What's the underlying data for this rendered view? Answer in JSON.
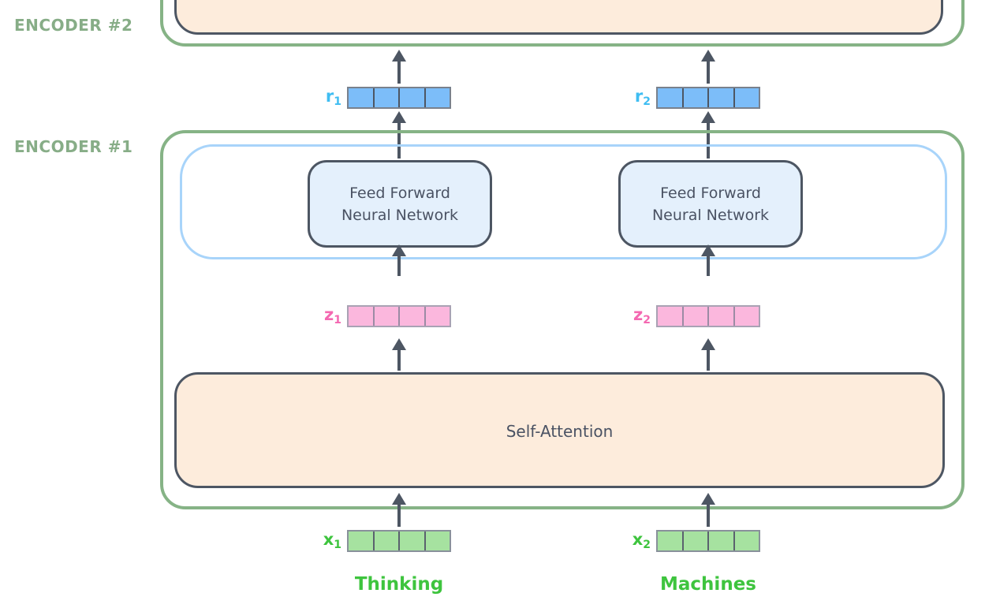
{
  "title": "Transformer encoder stack diagram",
  "colors": {
    "green-border": "#86b386",
    "encoder-label": "#87ad87",
    "dark-slate": "#4d5663",
    "text-dark": "#4a5263",
    "peach-fill": "#fdecdc",
    "ffnn-fill": "#e4f0fc",
    "blue-rect-border": "#a8d4fa",
    "r-fill": "#7cbdf9",
    "r-divider": "#4d5663",
    "r-outline": "#79818d",
    "r-label": "#3fbdf2",
    "z-fill": "#fbb7dd",
    "z-divider": "#9b8ba4",
    "z-outline": "#a9a2b4",
    "z-label": "#f468b1",
    "x-fill": "#a6e2a0",
    "x-divider": "#5a626e",
    "x-outline": "#89919b",
    "x-label": "#3ec43e",
    "token-label": "#3ec43e",
    "arrow": "#4d5663",
    "background": "#ffffff"
  },
  "encoders": [
    {
      "label": "ENCODER #2"
    },
    {
      "label": "ENCODER #1"
    }
  ],
  "blocks": {
    "ffnn_line1": "Feed Forward",
    "ffnn_line2": "Neural Network",
    "self_attention": "Self-Attention"
  },
  "columns": [
    {
      "token": "Thinking",
      "x_label": {
        "base": "x",
        "sub": "1"
      },
      "z_label": {
        "base": "z",
        "sub": "1"
      },
      "r_label": {
        "base": "r",
        "sub": "1"
      }
    },
    {
      "token": "Machines",
      "x_label": {
        "base": "x",
        "sub": "2"
      },
      "z_label": {
        "base": "z",
        "sub": "2"
      },
      "r_label": {
        "base": "r",
        "sub": "2"
      }
    }
  ],
  "vector_cells_per_row": 4
}
